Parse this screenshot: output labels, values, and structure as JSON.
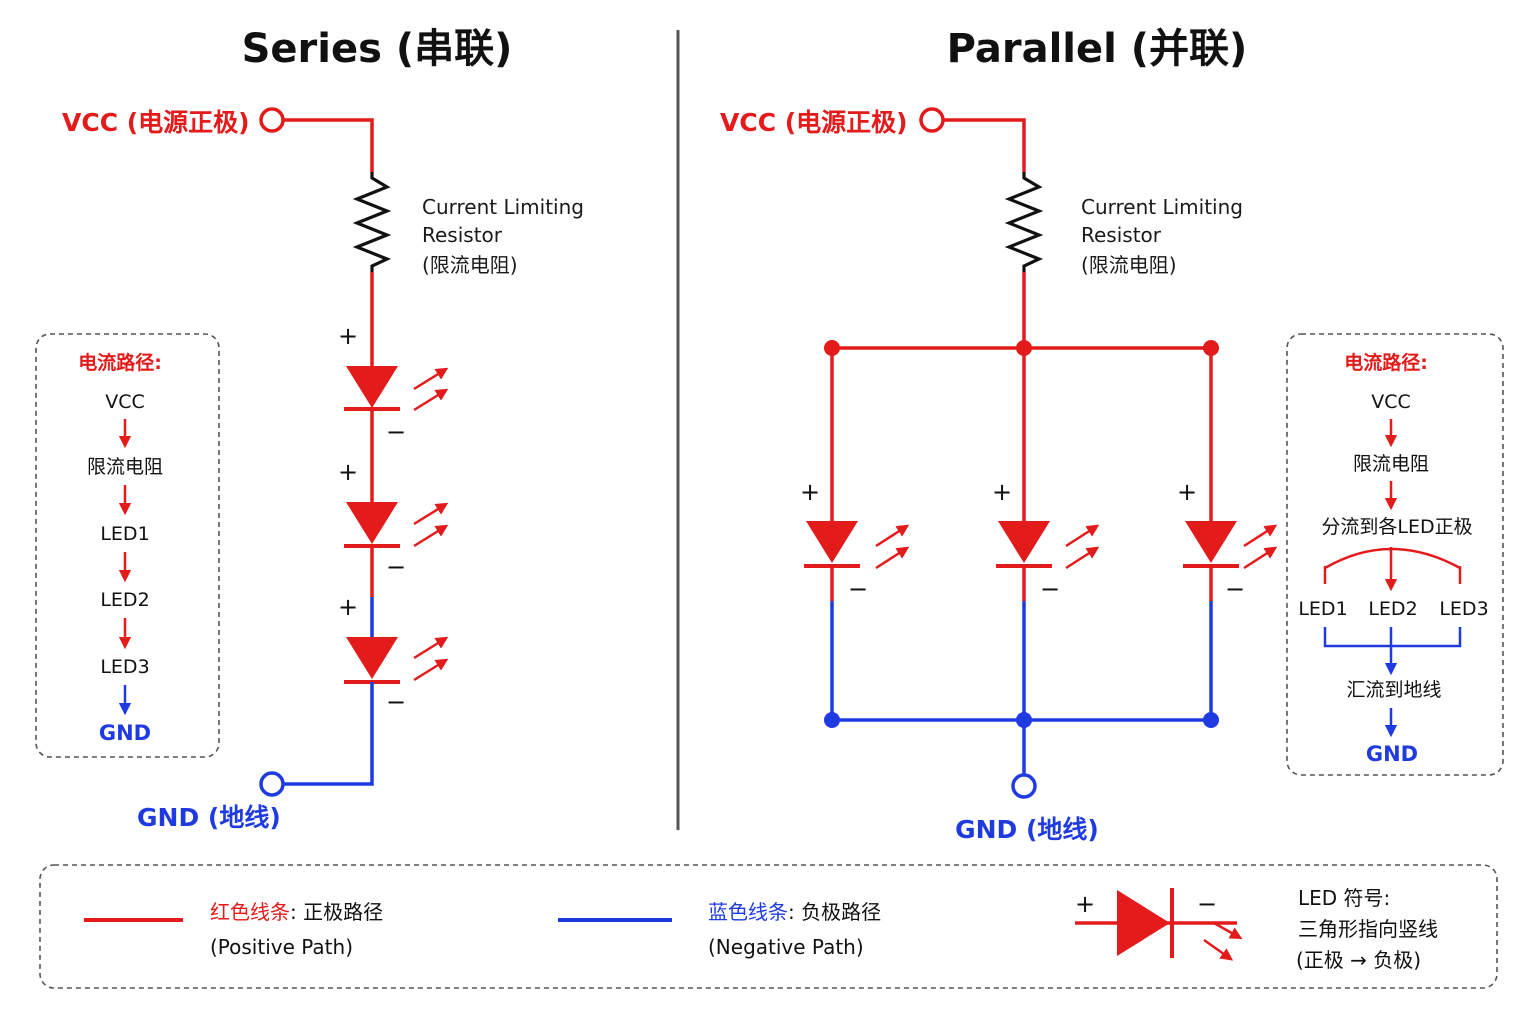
{
  "colors": {
    "positive": "#e31b1b",
    "negative": "#1f3be0",
    "wire": "#111111",
    "divider": "#555555"
  },
  "series": {
    "title": "Series (串联)",
    "vcc_label": "VCC (电源正极)",
    "gnd_label": "GND (地线)",
    "resistor_label": [
      "Current Limiting",
      "Resistor",
      "(限流电阻)"
    ],
    "plus": "+",
    "minus": "−",
    "flow": {
      "title": "电流路径:",
      "steps": [
        "VCC",
        "限流电阻",
        "LED1",
        "LED2",
        "LED3",
        "GND"
      ]
    }
  },
  "parallel": {
    "title": "Parallel (并联)",
    "vcc_label": "VCC (电源正极)",
    "gnd_label": "GND (地线)",
    "resistor_label": [
      "Current Limiting",
      "Resistor",
      "(限流电阻)"
    ],
    "plus": "+",
    "minus": "−",
    "flow": {
      "title": "电流路径:",
      "vcc": "VCC",
      "resistor": "限流电阻",
      "split": "分流到各LED正极",
      "leds": [
        "LED1",
        "LED2",
        "LED3"
      ],
      "merge": "汇流到地线",
      "gnd": "GND"
    }
  },
  "legend": {
    "red_title": "红色线条",
    "red_desc": ": 正极路径",
    "red_en": "(Positive Path)",
    "blue_title": "蓝色线条",
    "blue_desc": ": 负极路径",
    "blue_en": "(Negative Path)",
    "plus": "+",
    "minus": "−",
    "led_title": "LED 符号:",
    "led_desc": "三角形指向竖线",
    "led_dir": "(正极 → 负极)"
  }
}
